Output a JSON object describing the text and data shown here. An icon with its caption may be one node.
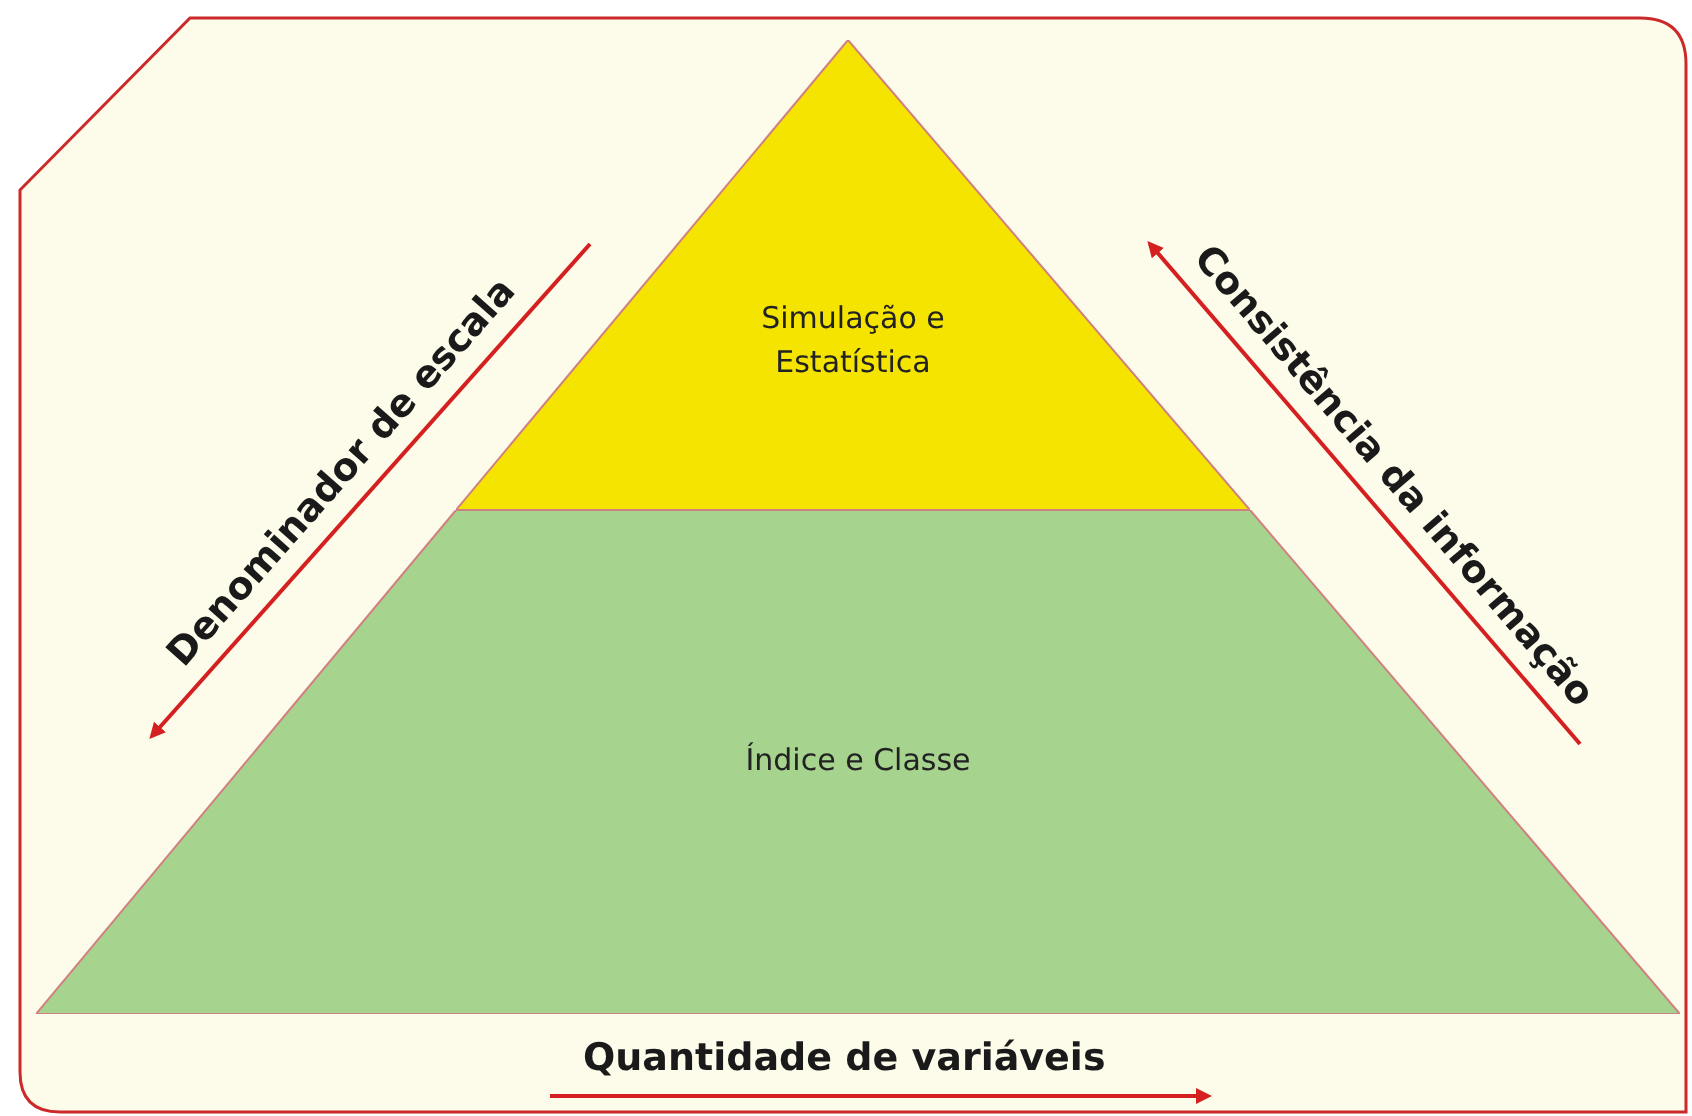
{
  "diagram": {
    "nodes": [
      {
        "text": [
          "Simulação e Estatística"
        ]
      },
      {
        "text": [
          "Índice e Classe"
        ]
      }
    ],
    "labels": [
      "Denominador de escala",
      "Consistência da informação",
      "Quantidade de variáveis"
    ]
  }
}
